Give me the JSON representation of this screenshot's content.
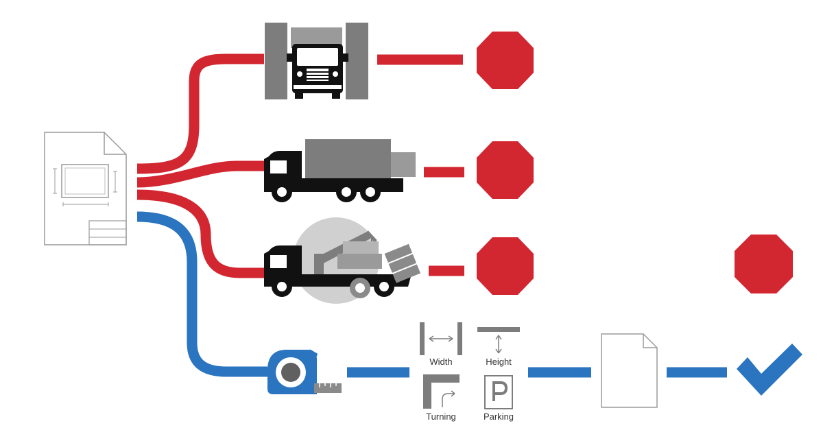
{
  "colors": {
    "red": "#d22630",
    "blue": "#2a74c0",
    "gray": "#7d7d7d",
    "dark": "#111111",
    "light_gray": "#bdbdbd",
    "outline": "#9a9a9a"
  },
  "source": {
    "icon": "site-plan-document-icon"
  },
  "blocked_routes": [
    {
      "vehicle_icon": "truck-in-narrow-gate-icon",
      "result_icon": "stop-octagon-icon"
    },
    {
      "vehicle_icon": "box-truck-icon",
      "result_icon": "stop-octagon-icon"
    },
    {
      "vehicle_icon": "crane-truck-icon",
      "result_icon": "stop-octagon-icon"
    }
  ],
  "extra_stop_icon": "stop-octagon-icon",
  "measured_route": {
    "tool_icon": "tape-measure-icon",
    "checks": [
      {
        "label": "Width",
        "icon": "width-gap-icon"
      },
      {
        "label": "Height",
        "icon": "height-clearance-icon"
      },
      {
        "label": "Turning",
        "icon": "turning-corner-icon"
      },
      {
        "label": "Parking",
        "icon": "parking-sign-icon"
      }
    ],
    "report_icon": "blank-document-icon",
    "result_icon": "checkmark-icon"
  }
}
